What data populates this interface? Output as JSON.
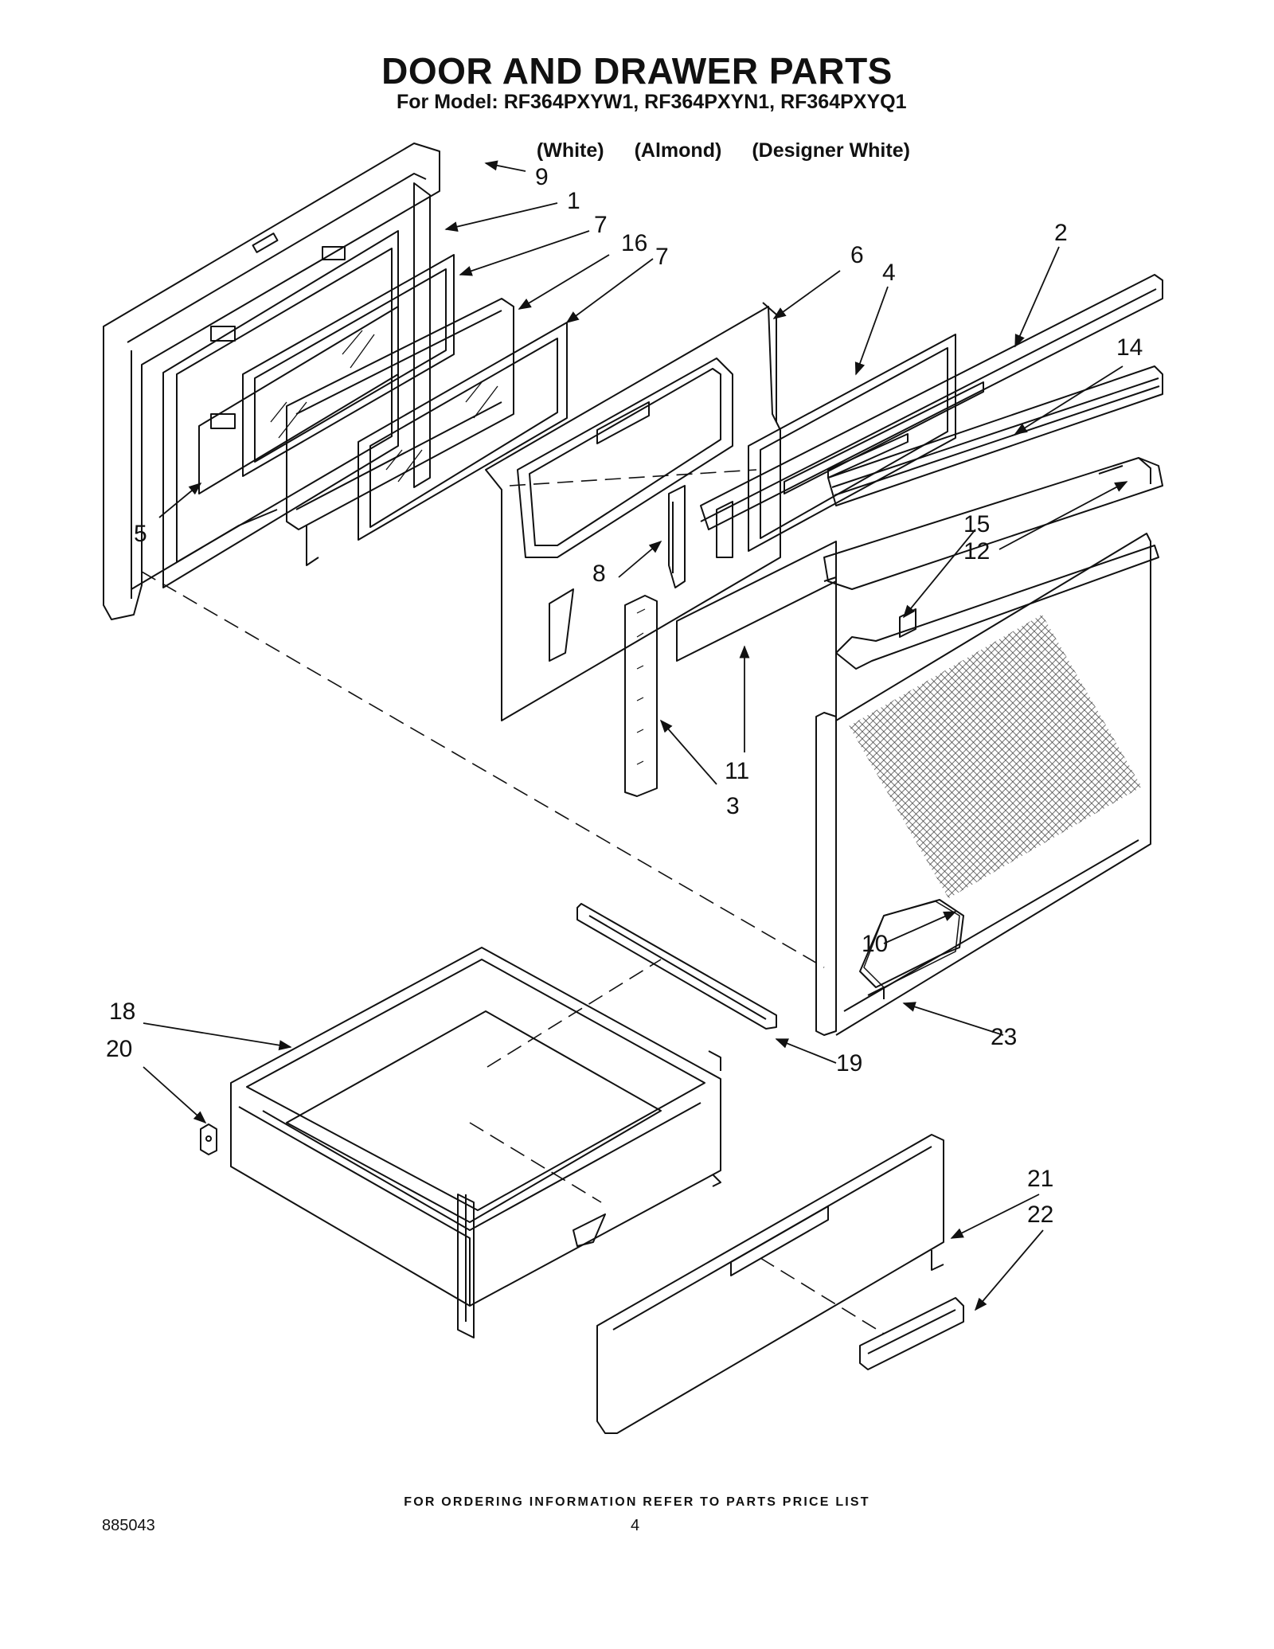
{
  "header": {
    "title": "DOOR AND DRAWER PARTS",
    "model_line": "For Model: RF364PXYW1, RF364PXYN1, RF364PXYQ1",
    "colors": [
      "(White)",
      "(Almond)",
      "(Designer White)"
    ]
  },
  "callouts": [
    "9",
    "1",
    "7",
    "16",
    "7",
    "6",
    "4",
    "2",
    "14",
    "5",
    "15",
    "12",
    "8",
    "11",
    "3",
    "10",
    "23",
    "18",
    "20",
    "19",
    "21",
    "22"
  ],
  "footer": {
    "note": "FOR ORDERING INFORMATION REFER TO PARTS PRICE LIST",
    "doc_id": "885043",
    "page": "4"
  }
}
